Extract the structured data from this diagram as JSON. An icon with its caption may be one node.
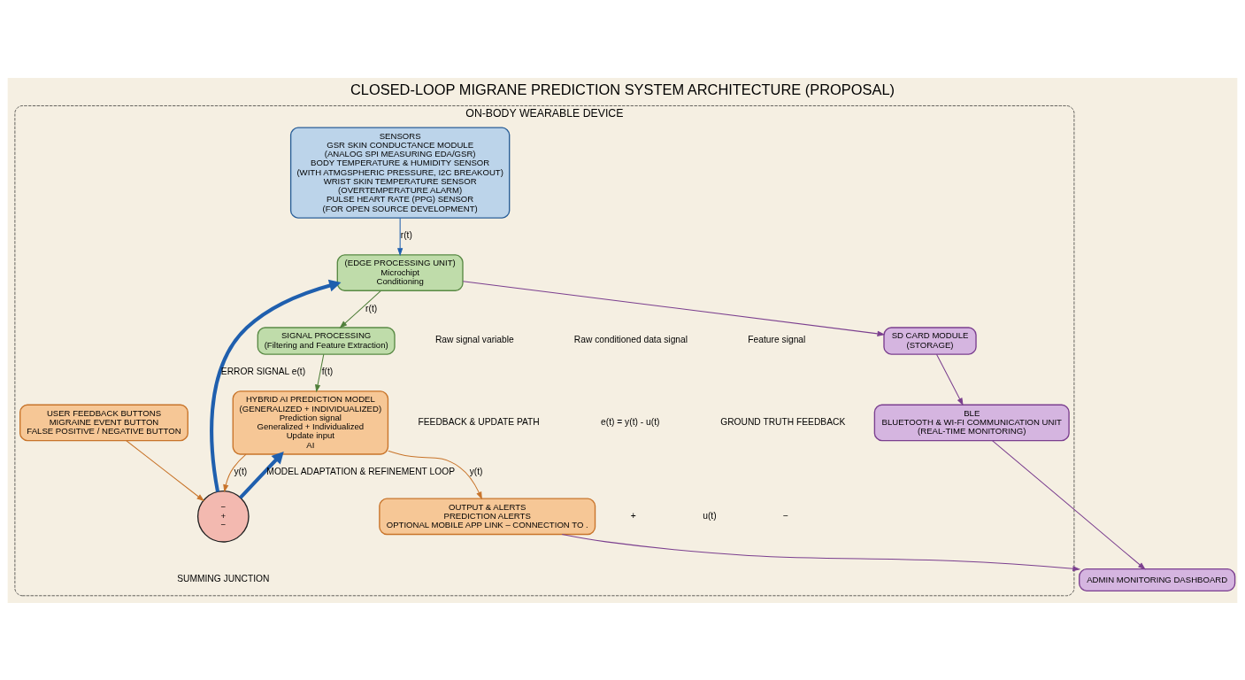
{
  "diagram": {
    "title": "CLOSED-LOOP MIGRANE PREDICTION SYSTEM ARCHITECTURE (PROPOSAL)",
    "nodes": [
      {
        "text": [
          "ON-BODY WEARABLE DEVICE"
        ]
      },
      {
        "text": [
          "SENSORS",
          "GSR SKIN CONDUCTANCE MODULE",
          "(ANALOG SPI MEASURING EDA/GSR)",
          "BODY TEMPERATURE & HUMIDITY SENSOR",
          "(WITH ATMGSPHERIC PRESSURE, I2C BREAKOUT)",
          "WRIST SKIN TEMPERATURE SENSOR",
          "(OVERTEMPERATURE ALARM)",
          "PULSE HEART RATE (PPG) SENSOR",
          "(FOR OPEN SOURCE DEVELOPMENT)"
        ],
        "in": 0
      },
      {
        "text": [
          "(EDGE PROCESSING UNIT)",
          "Microchipt",
          "Conditioning"
        ],
        "in": 0
      },
      {
        "text": [
          "SD CARD MODULE",
          "(STORAGE)"
        ],
        "in": 0
      },
      {
        "text": [
          "BLE",
          "BLUETOOTH & WI-FI COMMUNICATION UNIT",
          "(REAL-TIME MONITORING)"
        ],
        "in": 0
      },
      {
        "text": [
          "SIGNAL PROCESSING",
          "(Filtering and Feature Extraction)"
        ],
        "in": 0
      },
      {
        "text": [
          "HYBRID AI PREDICTION MODEL",
          "(GENERALIZED + INDIVIDUALIZED)",
          "Prediction signal",
          "Generalized + Individualized",
          "Update input",
          "AI"
        ],
        "in": 0
      },
      {
        "text": [
          "OUTPUT & ALERTS",
          "PREDICTION ALERTS",
          "OPTIONAL MOBILE APP LINK – CONNECTION TO ."
        ],
        "in": 0
      },
      {
        "text": [
          "USER FEEDBACK BUTTONS",
          "MIGRAINE EVENT BUTTON",
          "FALSE POSITIVE / NEGATIVE BUTTON"
        ],
        "in": 0
      },
      {
        "text": [
          "−",
          "+",
          "−"
        ],
        "beside": [
          "SUMMING JUNCTION"
        ],
        "in": 0
      },
      {
        "text": [
          "ADMIN MONITORING DASHBOARD"
        ]
      }
    ],
    "edges": [
      {
        "from": 1,
        "to": 2,
        "arrow": "to",
        "label": "r(t)",
        "color": "#1f5fae"
      },
      {
        "from": 2,
        "to": 3,
        "arrow": "to",
        "color": "#7b3f8f"
      },
      {
        "from": 3,
        "to": 4,
        "arrow": "to",
        "color": "#7b3f8f"
      },
      {
        "from": 4,
        "to": 10,
        "arrow": "to",
        "color": "#7b3f8f"
      },
      {
        "from": 2,
        "to": 5,
        "arrow": "to",
        "label": "r(t)",
        "color": "#4f7f3a"
      },
      {
        "from": 5,
        "to": 6,
        "arrow": "to",
        "label": "f(t)",
        "color": "#4f7f3a"
      },
      {
        "from": 6,
        "to": 7,
        "arrow": "to",
        "label": "y(t)",
        "color": "#c8742a"
      },
      {
        "from": 6,
        "to": 9,
        "arrow": "to",
        "label": "y(t)",
        "color": "#c8742a"
      },
      {
        "from": 7,
        "to": 10,
        "arrow": "to",
        "color": "#7b3f8f"
      },
      {
        "from": 8,
        "to": 9,
        "arrow": "to",
        "color": "#c8742a"
      },
      {
        "from": 9,
        "to": 2,
        "arrow": "to",
        "label": "ERROR SIGNAL e(t)",
        "style": "thick",
        "color": "#1f5fae"
      },
      {
        "from": 9,
        "to": 6,
        "arrow": "to",
        "label": "MODEL ADAPTATION & REFINEMENT LOOP",
        "style": "thick",
        "color": "#1f5fae"
      }
    ],
    "labels": [
      "Raw signal variable",
      "Raw conditioned data signal",
      "Feature signal",
      "FEEDBACK & UPDATE PATH",
      "e(t) = y(t) - u(t)",
      "GROUND TRUTH FEEDBACK",
      "+",
      "u(t)",
      "−"
    ]
  }
}
